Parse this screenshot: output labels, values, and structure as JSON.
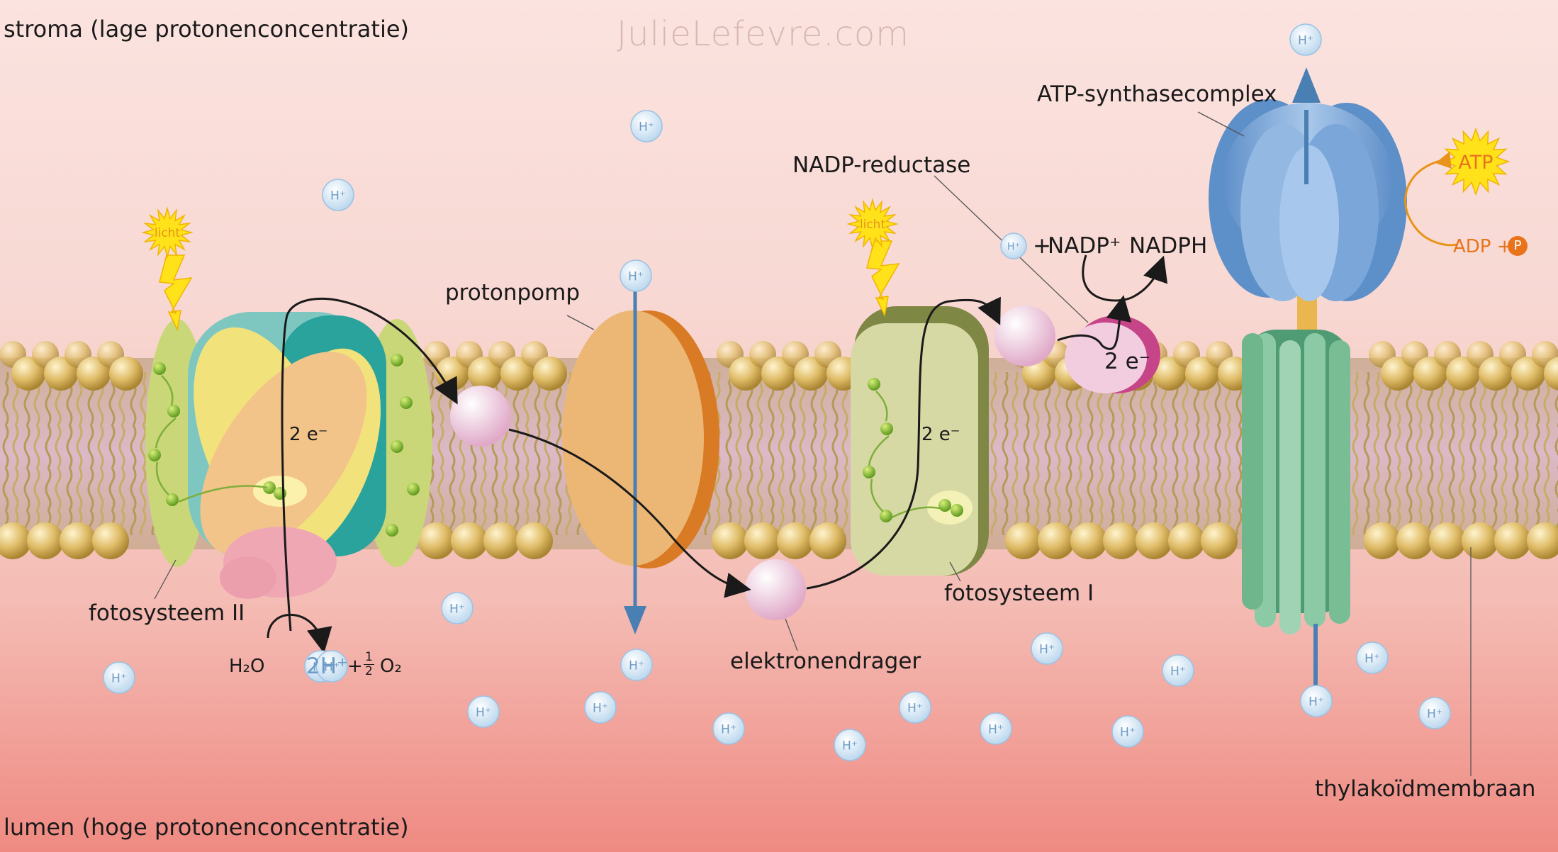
{
  "watermark": "JulieLefevre.com",
  "regions": {
    "stroma": "stroma (lage protonenconcentratie)",
    "lumen": "lumen (hoge protonenconcentratie)"
  },
  "labels": {
    "fotosysteem_ii": "fotosysteem II",
    "protonpomp": "protonpomp",
    "elektronendrager": "elektronendrager",
    "fotosysteem_i": "fotosysteem I",
    "nadp_reductase": "NADP-reductase",
    "atp_synthase": "ATP-synthasecomplex",
    "thylakoid": "thylakoïdmembraan"
  },
  "annotations": {
    "electrons": "2 e⁻",
    "light": "licht",
    "proton": "H⁺",
    "plus": "+",
    "nadp": "NADP⁺",
    "nadph": "NADPH",
    "atp": "ATP",
    "adp": "ADP +",
    "phosphate": "P",
    "water": "H₂O",
    "two_h": "2H⁺",
    "half_num": "1",
    "half_den": "2",
    "oxygen": "O₂"
  },
  "colors": {
    "proton_fill": "#cfe4f3",
    "proton_text": "#6c9bc6",
    "arrow_blue": "#4a7fb4",
    "lipid_head": "#d7b35c",
    "atp_orange": "#e8731a",
    "light_yellow": "#ffe21a"
  }
}
